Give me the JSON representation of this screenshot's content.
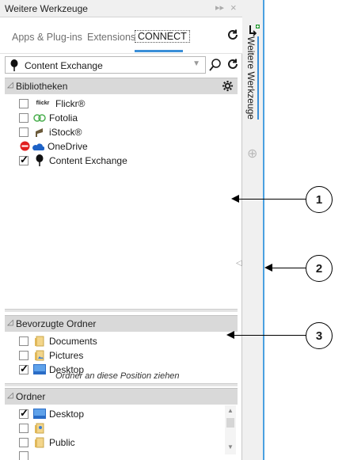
{
  "window": {
    "title": "Weitere Werkzeuge",
    "collapse_glyph": "▸▸",
    "close_glyph": "×"
  },
  "tabs": [
    {
      "label": "Apps & Plug-ins"
    },
    {
      "label": "Extensions"
    },
    {
      "label": "CONNECT"
    }
  ],
  "search": {
    "selected": "Content Exchange"
  },
  "libraries": {
    "header": "Bibliotheken",
    "items": [
      {
        "brand": "flickr",
        "label": "Flickr®",
        "checked": false
      },
      {
        "label": "Fotolia",
        "checked": false
      },
      {
        "label": "iStock®",
        "checked": false
      },
      {
        "label": "OneDrive",
        "checked": false
      },
      {
        "label": "Content Exchange",
        "checked": true
      }
    ]
  },
  "favorites": {
    "header": "Bevorzugte Ordner",
    "items": [
      {
        "label": "Documents",
        "checked": false
      },
      {
        "label": "Pictures",
        "checked": false
      },
      {
        "label": "Desktop",
        "checked": true
      }
    ],
    "drop_hint": "Ordner an diese Position ziehen"
  },
  "folders": {
    "header": "Ordner",
    "items": [
      {
        "label": "Desktop",
        "checked": true
      },
      {
        "label": "",
        "checked": false
      },
      {
        "label": "Public",
        "checked": false
      }
    ]
  },
  "sidebar": {
    "tab_label": "Weitere Werkzeuge",
    "add_glyph": "⊕"
  },
  "callouts": [
    "1",
    "2",
    "3"
  ],
  "colors": {
    "accent": "#3b8fd8",
    "header_bg": "#d9d9d9",
    "onedrive_blue": "#1e62c6",
    "fotolia_green": "#4caf50",
    "blocked_red": "#e02020"
  }
}
